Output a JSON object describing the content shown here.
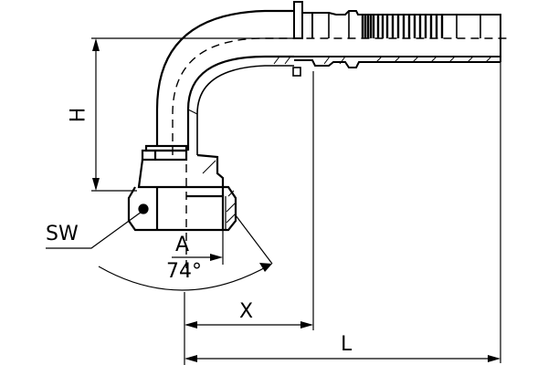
{
  "drawing": {
    "subject": "90-degree elbow hose fitting with swivel nut",
    "stroke_color": "#000000",
    "background_color": "#ffffff"
  },
  "dimensions": {
    "height_label": "H",
    "wrench_size_label": "SW",
    "thread_label": "A",
    "angle_label": "74°",
    "offset_label": "X",
    "length_label": "L"
  }
}
